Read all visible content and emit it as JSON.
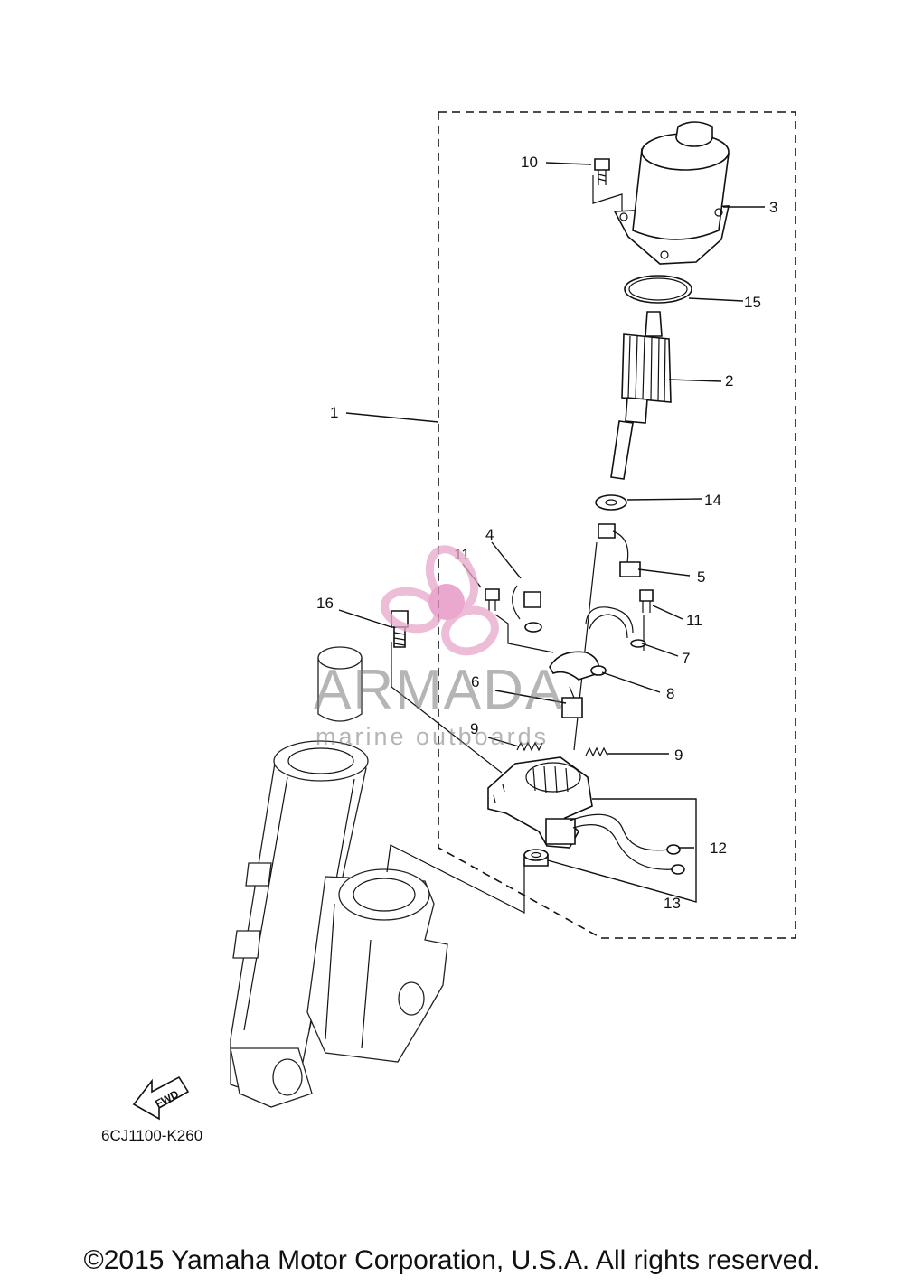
{
  "diagram": {
    "drawing_code": "6CJ1100-K260",
    "fwd_label": "FWD",
    "callouts": [
      "1",
      "2",
      "3",
      "4",
      "5",
      "6",
      "7",
      "8",
      "9",
      "9",
      "10",
      "11",
      "11",
      "12",
      "13",
      "14",
      "15",
      "16"
    ]
  },
  "watermark": {
    "title": "ARMADA",
    "subtitle": "marine outboards",
    "logo_color": "#e8a8cc",
    "logo_core_color": "#e48bc0"
  },
  "footer": {
    "copyright": "©2015 Yamaha Motor Corporation, U.S.A. All rights reserved."
  }
}
